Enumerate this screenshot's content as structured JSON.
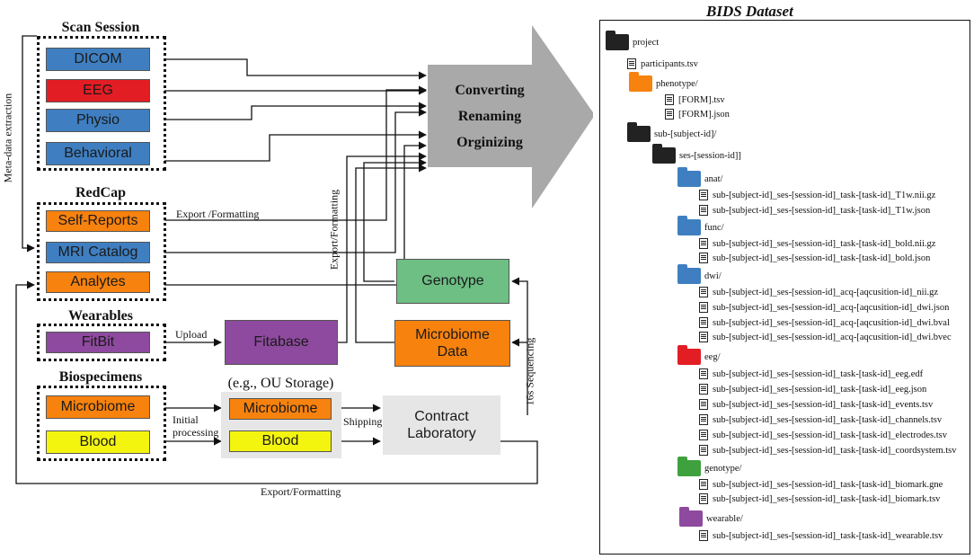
{
  "groups": {
    "scan_session": {
      "title": "Scan Session",
      "items": [
        "DICOM",
        "EEG",
        "Physio",
        "Behavioral"
      ]
    },
    "redcap": {
      "title": "RedCap",
      "items": [
        "Self-Reports",
        "MRI Catalog",
        "Analytes"
      ]
    },
    "wearables": {
      "title": "Wearables",
      "items": [
        "FitBit"
      ]
    },
    "biospecimens": {
      "title": "Biospecimens",
      "items": [
        "Microbiome",
        "Blood"
      ]
    }
  },
  "nodes": {
    "fitabase": "Fitabase",
    "storage_title": "(e.g., OU Storage)",
    "storage_items": [
      "Microbiome",
      "Blood"
    ],
    "contract_lab": "Contract\nLaboratory",
    "genotype": "Genotype",
    "microbiome_data": "Microbiome\nData",
    "converting": [
      "Converting",
      "Renaming",
      "Orginizing"
    ]
  },
  "edge_labels": {
    "metadata": "Meta-data extraction",
    "export_formatting_redcap": "Export /Formatting",
    "export_formatting_vertical": "Export/Formatting",
    "upload": "Upload",
    "initial_processing": "Initial\nprocessing",
    "shipping": "Shipping",
    "sequencing": "16s Sequencing",
    "export_formatting_bottom": "Export/Formatting"
  },
  "colors": {
    "blue": "#3f7fc1",
    "red": "#e31d24",
    "orange": "#f7820e",
    "purple": "#8e4a9e",
    "yellow": "#f4f50f",
    "green": "#6dbf84",
    "grey": "#e6e6e6",
    "black": "#222222",
    "arrow": "#a9a9a9"
  },
  "bids": {
    "title": "BIDS Dataset",
    "tree": [
      {
        "type": "folder",
        "color": "#222222",
        "label": "project"
      },
      {
        "type": "file",
        "label": "participants.tsv"
      },
      {
        "type": "folder",
        "color": "#f7820e",
        "label": "phenotype/"
      },
      {
        "type": "file",
        "label": "[FORM].tsv"
      },
      {
        "type": "file",
        "label": "[FORM].json"
      },
      {
        "type": "folder",
        "color": "#222222",
        "label": "sub-[subject-id]/"
      },
      {
        "type": "folder",
        "color": "#222222",
        "label": "ses-[session-id]]"
      },
      {
        "type": "folder",
        "color": "#3f7fc1",
        "label": "anat/"
      },
      {
        "type": "file",
        "label": "sub-[subject-id]_ses-[session-id]_task-[task-id]_T1w.nii.gz"
      },
      {
        "type": "file",
        "label": "sub-[subject-id]_ses-[session-id]_task-[task-id]_T1w.json"
      },
      {
        "type": "folder",
        "color": "#3f7fc1",
        "label": "func/"
      },
      {
        "type": "file",
        "label": "sub-[subject-id]_ses-[session-id]_task-[task-id]_bold.nii.gz"
      },
      {
        "type": "file",
        "label": "sub-[subject-id]_ses-[session-id]_task-[task-id]_bold.json"
      },
      {
        "type": "folder",
        "color": "#3f7fc1",
        "label": "dwi/"
      },
      {
        "type": "file",
        "label": "sub-[subject-id]_ses-[session-id]_acq-[aqcusition-id]_nii.gz"
      },
      {
        "type": "file",
        "label": "sub-[subject-id]_ses-[session-id]_acq-[aqcusition-id]_dwi.json"
      },
      {
        "type": "file",
        "label": "sub-[subject-id]_ses-[session-id]_acq-[aqcusition-id]_dwi.bval"
      },
      {
        "type": "file",
        "label": "sub-[subject-id]_ses-[session-id]_acq-[aqcusition-id]_dwi.bvec"
      },
      {
        "type": "folder",
        "color": "#e31d24",
        "label": "eeg/"
      },
      {
        "type": "file",
        "label": "sub-[subject-id]_ses-[session-id]_task-[task-id]_eeg.edf"
      },
      {
        "type": "file",
        "label": "sub-[subject-id]_ses-[session-id]_task-[task-id]_eeg.json"
      },
      {
        "type": "file",
        "label": "sub-[subject-id]_ses-[session-id]_task-[task-id]_events.tsv"
      },
      {
        "type": "file",
        "label": "sub-[subject-id]_ses-[session-id]_task-[task-id]_channels.tsv"
      },
      {
        "type": "file",
        "label": "sub-[subject-id]_ses-[session-id]_task-[task-id]_electrodes.tsv"
      },
      {
        "type": "file",
        "label": "sub-[subject-id]_ses-[session-id]_task-[task-id]_coordsystem.tsv"
      },
      {
        "type": "folder",
        "color": "#3ea13e",
        "label": "genotype/"
      },
      {
        "type": "file",
        "label": "sub-[subject-id]_ses-[session-id]_task-[task-id]_biomark.gne"
      },
      {
        "type": "file",
        "label": "sub-[subject-id]_ses-[session-id]_task-[task-id]_biomark.tsv"
      },
      {
        "type": "folder",
        "color": "#8e4a9e",
        "label": "wearable/"
      },
      {
        "type": "file",
        "label": "sub-[subject-id]_ses-[session-id]_task-[task-id]_wearable.tsv"
      }
    ]
  }
}
